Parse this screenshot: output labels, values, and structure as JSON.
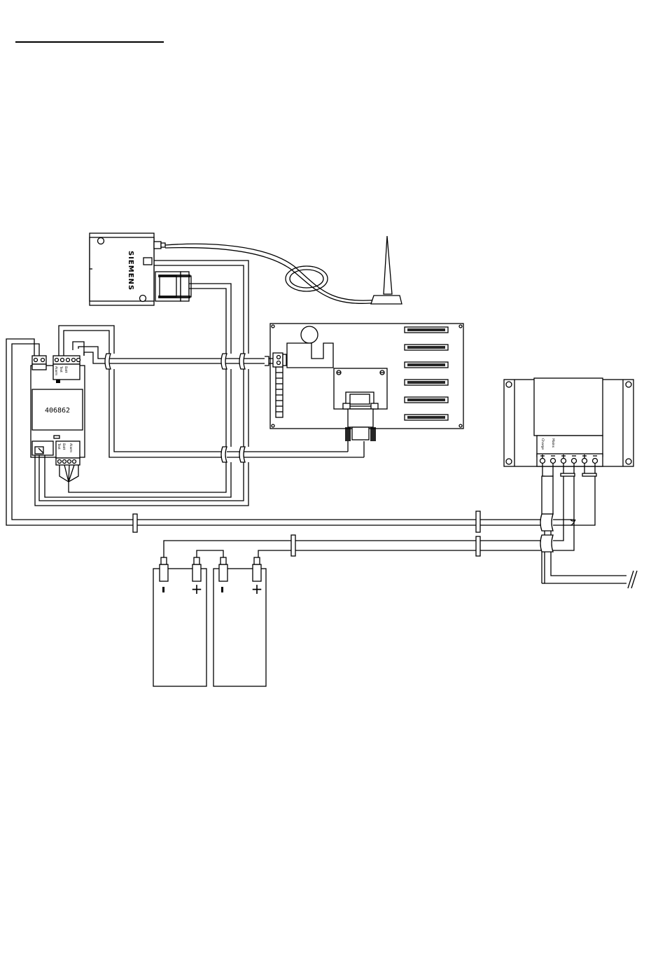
{
  "modem": {
    "brand": "SIEMENS"
  },
  "controller": {
    "part_number": "406862",
    "top_terminal_labels": [
      "Alarm",
      "Test",
      "Batt"
    ],
    "bottom_terminal_labels": [
      "Test",
      "Batt",
      "Alarm"
    ]
  },
  "power_supply": {
    "terminal_labels": [
      "Charge",
      "Mains"
    ]
  },
  "batteries": [
    {
      "neg_symbol": "–",
      "pos_symbol": "+"
    },
    {
      "neg_symbol": "–",
      "pos_symbol": "+"
    }
  ]
}
